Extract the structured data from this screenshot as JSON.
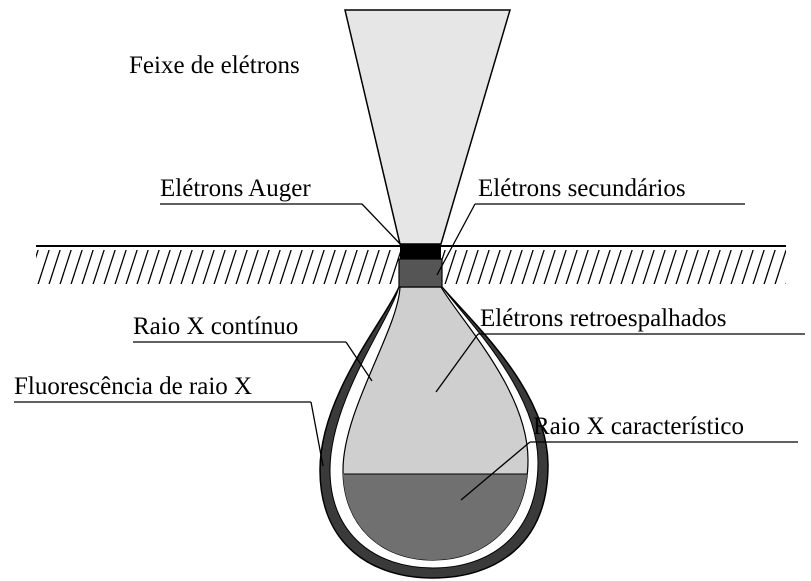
{
  "diagram": {
    "labels": {
      "electron_beam": "Feixe de elétrons",
      "auger_electrons": "Elétrons Auger",
      "secondary_electrons": "Elétrons secundários",
      "continuous_xray": "Raio X contínuo",
      "backscattered_electrons": "Elétrons retroespalhados",
      "xray_fluorescence": "Fluorescência de raio X",
      "characteristic_xray": "Raio X característico"
    },
    "colors": {
      "beam_fill": "#e6e6e6",
      "outline": "#000000",
      "auger_layer": "#000000",
      "secondary_layer": "#555555",
      "fluorescence_shell": "#3a3a3a",
      "continuous_shell": "#ffffff",
      "backscatter_region": "#cfcfcf",
      "characteristic_region": "#707070",
      "background": "#ffffff"
    }
  }
}
